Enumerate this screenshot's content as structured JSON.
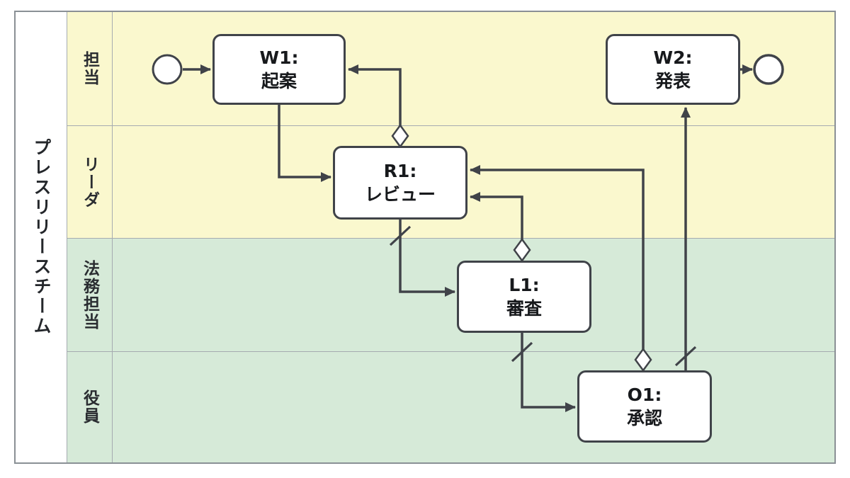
{
  "diagram": {
    "type": "bpmn-swimlane-workflow",
    "pool_title": "プレスリリースチーム"
  },
  "lanes": [
    {
      "label": "担当",
      "color": "#FAF8CE"
    },
    {
      "label": "リーダ",
      "color": "#FAF8CE"
    },
    {
      "label": "法務担当",
      "color": "#D6EAD8"
    },
    {
      "label": "役員",
      "color": "#D6EAD8"
    }
  ],
  "tasks": {
    "w1": {
      "line1": "W1:",
      "line2": "起案"
    },
    "r1": {
      "line1": "R1:",
      "line2": "レビュー"
    },
    "l1": {
      "line1": "L1:",
      "line2": "審査"
    },
    "o1": {
      "line1": "O1:",
      "line2": "承認"
    },
    "w2": {
      "line1": "W2:",
      "line2": "発表"
    }
  },
  "events": {
    "start": {
      "type": "start-event",
      "lane": "担当"
    },
    "end": {
      "type": "end-event",
      "lane": "担当"
    }
  },
  "flows": [
    {
      "from": "start",
      "to": "W1",
      "marker": "none"
    },
    {
      "from": "W1",
      "to": "R1",
      "marker": "none"
    },
    {
      "from": "R1",
      "to": "W1",
      "marker": "conditional-diamond"
    },
    {
      "from": "R1",
      "to": "L1",
      "marker": "default-slash"
    },
    {
      "from": "L1",
      "to": "R1",
      "marker": "conditional-diamond"
    },
    {
      "from": "L1",
      "to": "O1",
      "marker": "default-slash"
    },
    {
      "from": "O1",
      "to": "R1",
      "marker": "conditional-diamond"
    },
    {
      "from": "O1",
      "to": "W2",
      "marker": "default-slash"
    },
    {
      "from": "W2",
      "to": "end",
      "marker": "none"
    }
  ],
  "colors": {
    "lane_yellow": "#FAF8CE",
    "lane_green": "#D6EAD8",
    "stroke": "#404349",
    "node_fill": "#FFFFFF",
    "pool_border": "#8A9095",
    "divider": "#A5ABB0",
    "background": "#FFFFFF"
  }
}
